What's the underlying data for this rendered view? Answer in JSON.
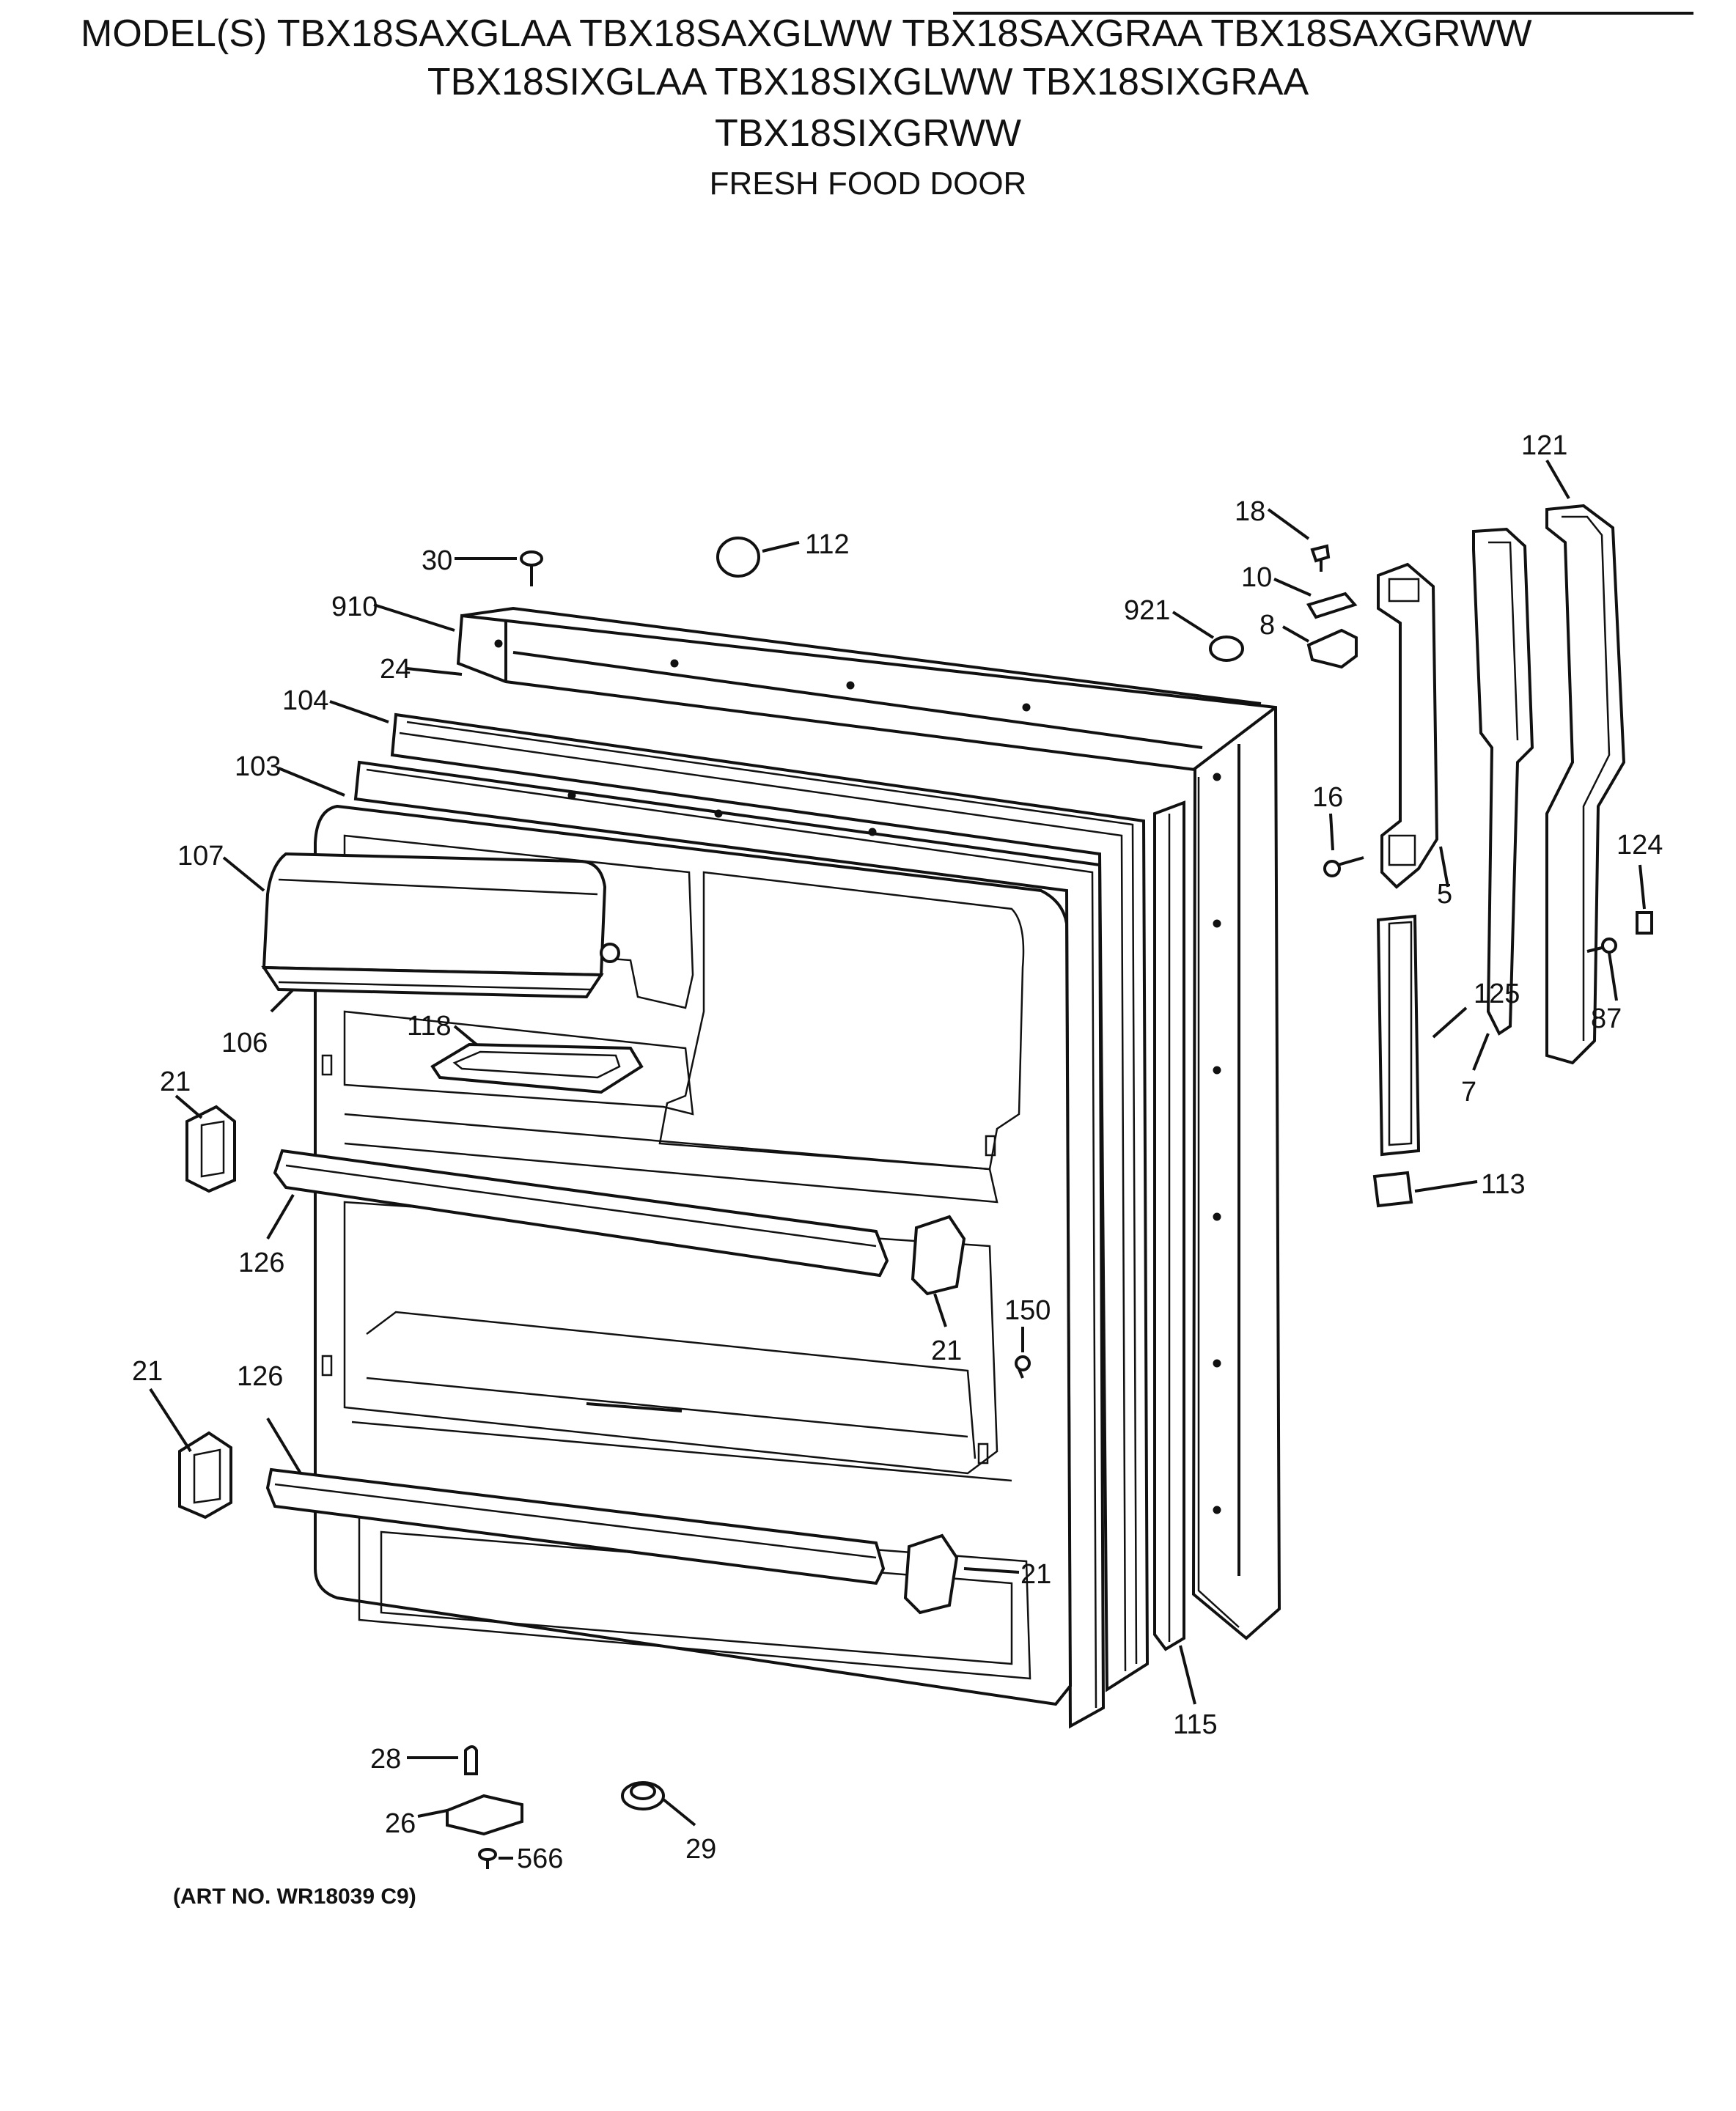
{
  "header": {
    "models_line1": "MODEL(S) TBX18SAXGLAA  TBX18SAXGLWW  TBX18SAXGRAA  TBX18SAXGRWW",
    "models_line2": "TBX18SIXGLAA  TBX18SIXGLWW  TBX18SIXGRAA",
    "models_line3": "TBX18SIXGRWW",
    "section_title": "FRESH FOOD DOOR"
  },
  "footer": {
    "art_number": "(ART NO. WR18039 C9)"
  },
  "callouts": {
    "c121": "121",
    "c18": "18",
    "c112": "112",
    "c30": "30",
    "c10": "10",
    "c921": "921",
    "c8": "8",
    "c910": "910",
    "c24": "24",
    "c104": "104",
    "c103": "103",
    "c16": "16",
    "c124": "124",
    "c107": "107",
    "c5": "5",
    "c125": "125",
    "c106": "106",
    "c118": "118",
    "c87": "87",
    "c7": "7",
    "c21a": "21",
    "c113": "113",
    "c126a": "126",
    "c150": "150",
    "c21b": "21",
    "c21c": "21",
    "c126b": "126",
    "c21d": "21",
    "c115": "115",
    "c28": "28",
    "c26": "26",
    "c29": "29",
    "c566": "566"
  }
}
